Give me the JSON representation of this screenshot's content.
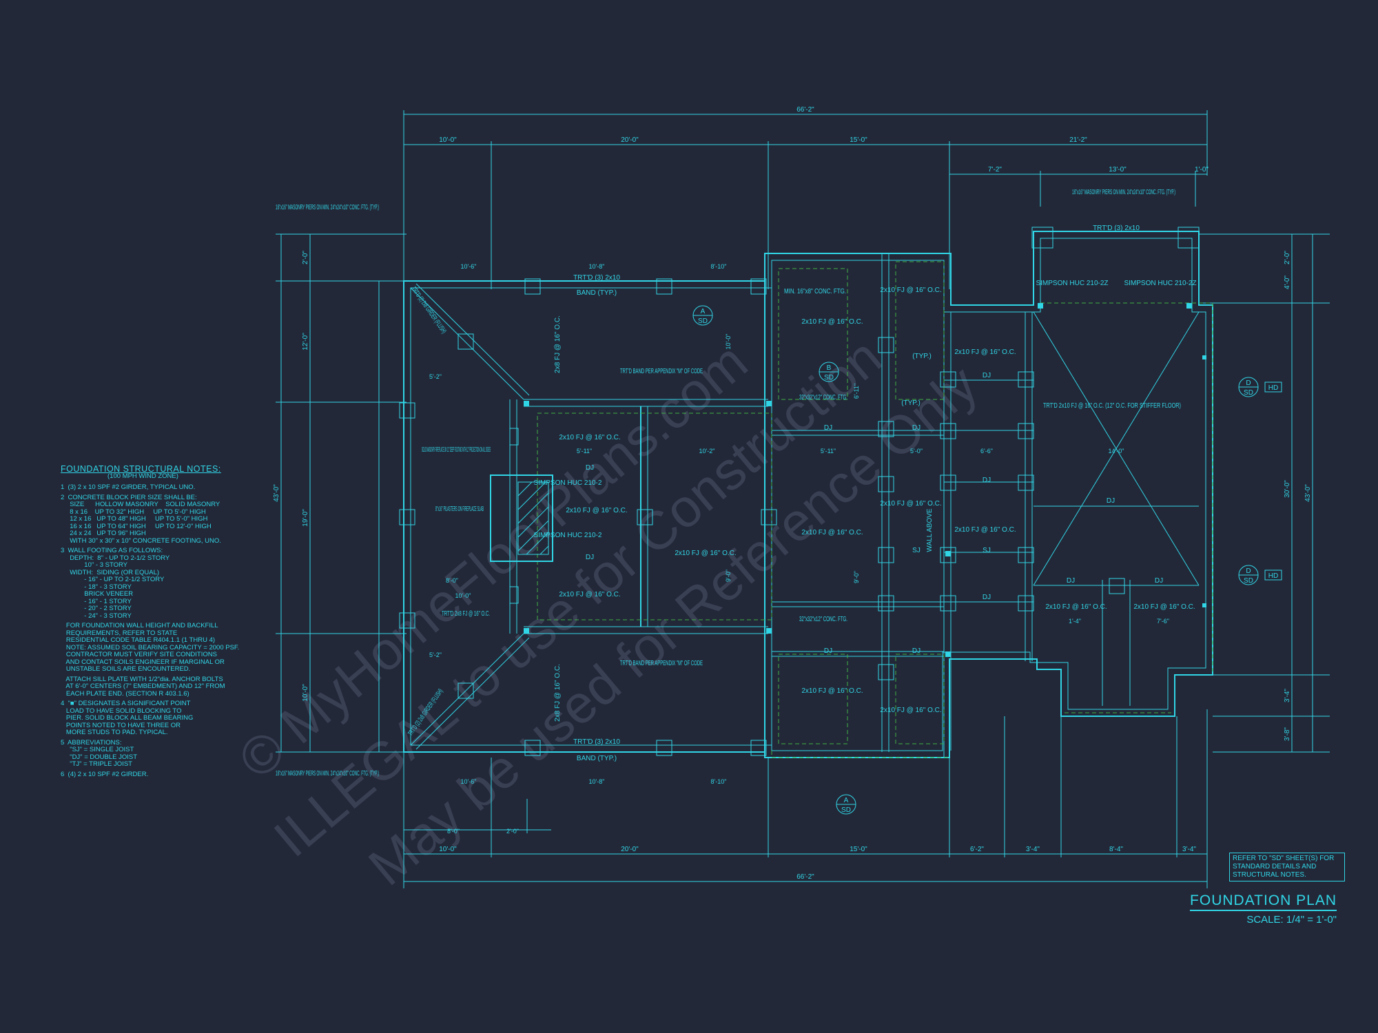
{
  "watermark": {
    "line1": "© MyHomeFloorPlans.com",
    "line2": "ILLEGAL to use for Construction",
    "line3": "May be used for Reference Only"
  },
  "colors": {
    "background": "#232838",
    "linework": "#30d6e6",
    "hidden_lines": "#3cb043",
    "accent": "#1e88e5"
  },
  "dimensions": {
    "overall_top": "66'-2\"",
    "overall_bottom": "66'-2\"",
    "top_segments": [
      "10'-0\"",
      "20'-0\"",
      "15'-0\"",
      "21'-2\""
    ],
    "top_right_segments": [
      "7'-2\"",
      "13'-0\"",
      "1'-0\""
    ],
    "bottom_segments": [
      "10'-0\"",
      "20'-0\"",
      "15'-0\"",
      "6'-2\"",
      "3'-4\"",
      "8'-4\"",
      "3'-4\""
    ],
    "left_overall": "43'-0\"",
    "left_segments": [
      "2'-0\"",
      "12'-0\"",
      "19'-0\"",
      "10'-0\""
    ],
    "right_overall": "43'-0\"",
    "right_segments": [
      "2'-0\"",
      "4'-0\"",
      "30'-0\"",
      "3'-4\"",
      "3'-8\""
    ],
    "inner": [
      "10'-6\"",
      "10'-8\"",
      "8'-10\"",
      "5'-2\"",
      "10'-6\"",
      "10'-8\"",
      "8'-10\"",
      "8'-0\"",
      "2'-0\"",
      "10'-0\"",
      "8'-0\"",
      "5'-2\"",
      "5'-11\"",
      "10'-2\"",
      "9'-0\"",
      "10'-0\"",
      "5'-11\"",
      "9'-0\"",
      "6'-11\"",
      "1'-4\"",
      "7'-6\"",
      "14'-0\"",
      "5'-0\"",
      "6'-6\""
    ]
  },
  "labels": {
    "piers_tl": "16\"x16\" MASONRY PIERS ON MIN. 24\"x24\"x10\" CONC. FTG. (TYP.)",
    "piers_bl": "16\"x16\" MASONRY PIERS ON MIN. 24\"x24\"x10\" CONC. FTG. (TYP.)",
    "piers_tr": "16\"x16\" MASONRY PIERS ON MIN. 24\"x24\"x10\" CONC. FTG. (TYP.)",
    "trtd_3_2x10": "TRT'D (3) 2x10",
    "band_typ": "BAND (TYP.)",
    "trtd_band_code": "TRT'D BAND PER APPENDIX \"M\" OF CODE",
    "min_ftg": "MIN. 16\"x8\" CONC. FTG.",
    "ftg_32": "32\"x32\"x12\" CONC. FTG.",
    "fireplace": "SOLID MASONRY FIREPLACE ON 12\" DEEP FOOTING WITH 12\" PROJECTION ON ALL SIDES",
    "pilasters": "8\"x16\" PILASTERS ON FIREPLACE SLAB",
    "simpson_huc": "SIMPSON HUC 210-2",
    "simpson_huc_2z": "SIMPSON HUC 210-2Z",
    "fj_2x10": "2x10 FJ @ 16\" O.C.",
    "fj_2x8": "2x8 FJ @ 16\" O.C.",
    "fj_stiffer": "TRT'D 2x10 FJ @ 16\" O.C. (12\" O.C. FOR STIFFER FLOOR)",
    "dj": "DJ",
    "sj": "SJ",
    "wall_above": "WALL ABOVE",
    "typ": "(TYP.)",
    "trtd_2x8_fj": "TRT'D 2x8 FJ @ 16\" O.C.",
    "girder_flush": "TRT'D (2) 2x8 GIRDER (FLUSH)"
  },
  "section_markers": [
    {
      "id": "A",
      "sheet": "SD"
    },
    {
      "id": "B",
      "sheet": "SD"
    },
    {
      "id": "D",
      "sheet": "SD",
      "tag": "HD"
    }
  ],
  "notes": {
    "title": "FOUNDATION STRUCTURAL NOTES:",
    "subtitle": "(100 MPH WIND ZONE)",
    "items": [
      "1  (3) 2 x 10 SPF #2 GIRDER, TYPICAL UNO.",
      "2  CONCRETE BLOCK PIER SIZE SHALL BE:\n     SIZE      HOLLOW MASONRY    SOLID MASONRY\n     8 x 16    UP TO 32\" HIGH     UP TO 5'-0\" HIGH\n     12 x 16   UP TO 48\" HIGH     UP TO 5'-0\" HIGH\n     16 x 16   UP TO 64\" HIGH     UP TO 12'-0\" HIGH\n     24 x 24   UP TO 96\" HIGH\n     WITH 30\" x 30\" x 10\" CONCRETE FOOTING, UNO.",
      "3  WALL FOOTING AS FOLLOWS:\n     DEPTH:  8\" - UP TO 2-1/2 STORY\n             10\" - 3 STORY\n     WIDTH:  SIDING (OR EQUAL)\n             - 16\" - UP TO 2-1/2 STORY\n             - 18\" - 3 STORY\n             BRICK VENEER\n             - 16\" - 1 STORY\n             - 20\" - 2 STORY\n             - 24\" - 3 STORY",
      "   FOR FOUNDATION WALL HEIGHT AND BACKFILL\n   REQUIREMENTS, REFER TO STATE\n   RESIDENTIAL CODE TABLE R404.1.1 (1 THRU 4)\n   NOTE: ASSUMED SOIL BEARING CAPACITY = 2000 PSF.\n   CONTRACTOR MUST VERIFY SITE CONDITIONS\n   AND CONTACT SOILS ENGINEER IF MARGINAL OR\n   UNSTABLE SOILS ARE ENCOUNTERED.",
      "   ATTACH SILL PLATE WITH 1/2\"dia. ANCHOR BOLTS\n   AT 6'-0\" CENTERS (7\" EMBEDMENT) AND 12\" FROM\n   EACH PLATE END. (SECTION R 403.1.6)",
      "4  \"■\" DESIGNATES A SIGNIFICANT POINT\n   LOAD TO HAVE SOLID BLOCKING TO\n   PIER. SOLID BLOCK ALL BEAM BEARING\n   POINTS NOTED TO HAVE THREE OR\n   MORE STUDS TO PAD. TYPICAL.",
      "5  ABBREVIATIONS:\n     \"SJ\" = SINGLE JOIST\n     \"DJ\" = DOUBLE JOIST\n     \"TJ\" = TRIPLE JOIST",
      "6  (4) 2 x 10 SPF #2 GIRDER."
    ]
  },
  "title_block": {
    "title": "FOUNDATION PLAN",
    "scale": "SCALE: 1/4\" = 1'-0\"",
    "reference": "REFER TO \"SD\" SHEET(S) FOR STANDARD DETAILS AND STRUCTURAL NOTES."
  }
}
